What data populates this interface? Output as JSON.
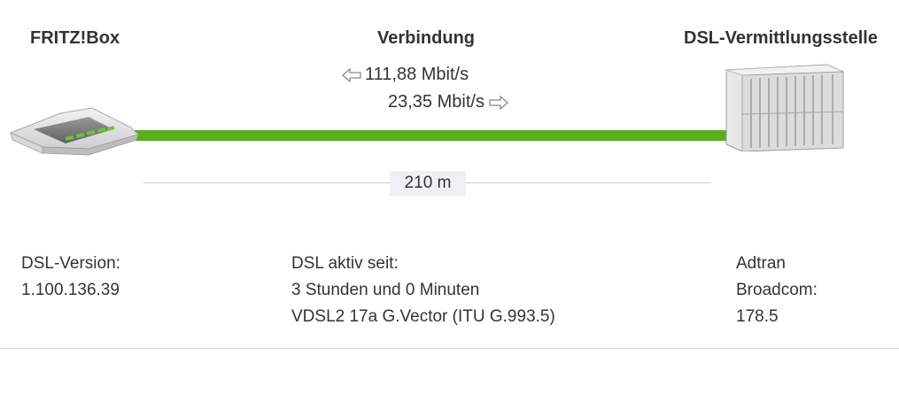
{
  "headers": {
    "left": "FRITZ!Box",
    "center": "Verbindung",
    "right": "DSL-Vermittlungsstelle"
  },
  "rates": {
    "downstream": "111,88 Mbit/s",
    "upstream": "23,35 Mbit/s"
  },
  "distance": "210 m",
  "icons": {
    "router": "fritzbox-router-icon",
    "exchange": "dsl-exchange-rack-icon",
    "down_arrow": "arrow-left-icon",
    "up_arrow": "arrow-right-icon"
  },
  "colors": {
    "line": "#5aae1e",
    "router_leds": "#74c23a"
  },
  "info_left": {
    "label": "DSL-Version:",
    "value": "1.100.136.39"
  },
  "info_center": {
    "label": "DSL aktiv seit:",
    "duration": "3 Stunden und 0 Minuten",
    "standard": "VDSL2 17a G.Vector (ITU G.993.5)"
  },
  "info_right": {
    "vendor": "Adtran",
    "chipset": "Broadcom:",
    "version": "178.5"
  }
}
